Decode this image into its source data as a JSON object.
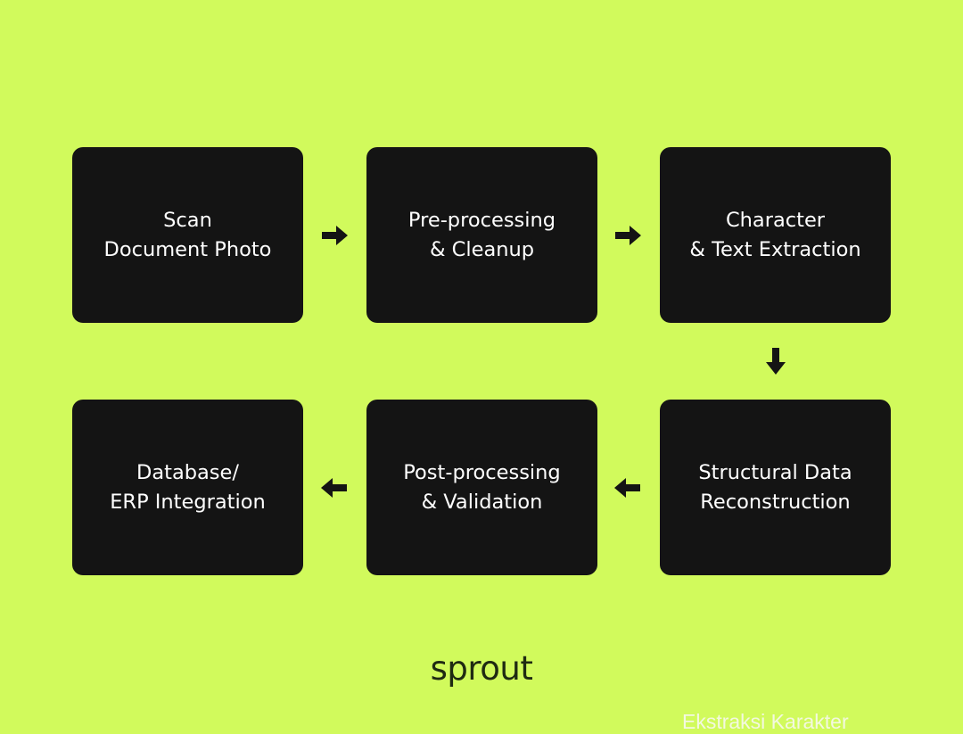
{
  "colors": {
    "background": "#d1fa5c",
    "box": "#141414",
    "box_text": "#ffffff",
    "arrow": "#141414"
  },
  "steps": [
    {
      "line1": "Scan",
      "line2": "Document Photo"
    },
    {
      "line1": "Pre-processing",
      "line2": "& Cleanup"
    },
    {
      "line1": "Character",
      "line2": "& Text Extraction"
    },
    {
      "line1": "Structural Data",
      "line2": "Reconstruction"
    },
    {
      "line1": "Post-processing",
      "line2": "& Validation"
    },
    {
      "line1": "Database/",
      "line2": "ERP Integration"
    }
  ],
  "arrows": [
    {
      "direction": "right",
      "icon": "arrow-right-icon"
    },
    {
      "direction": "right",
      "icon": "arrow-right-icon"
    },
    {
      "direction": "down",
      "icon": "arrow-down-icon"
    },
    {
      "direction": "left",
      "icon": "arrow-left-icon"
    },
    {
      "direction": "left",
      "icon": "arrow-left-icon"
    }
  ],
  "brand": {
    "logo": "sprout"
  },
  "caption": "Ekstraksi Karakter"
}
